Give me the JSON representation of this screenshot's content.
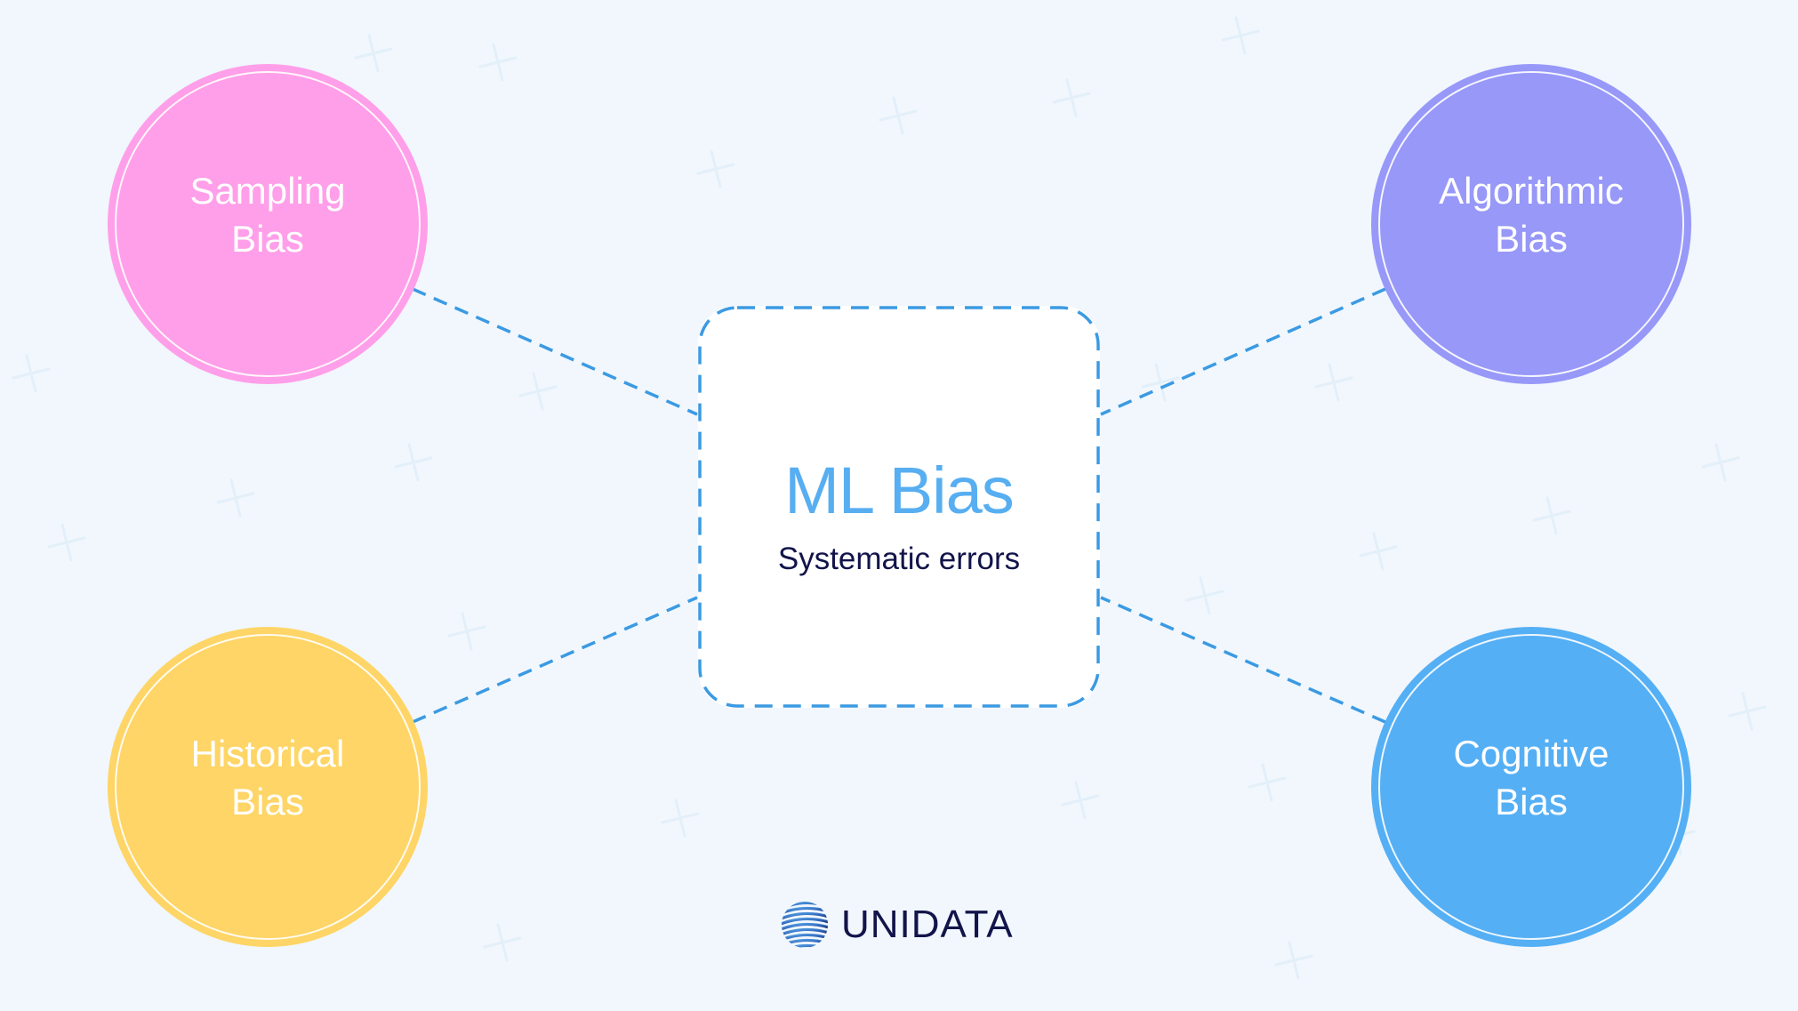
{
  "diagram": {
    "background_color": "#f1f7fd",
    "connector_color": "#3b9ae2",
    "center": {
      "title": "ML Bias",
      "subtitle": "Systematic errors",
      "title_color": "#57aef1",
      "subtitle_color": "#12144a"
    },
    "nodes": [
      {
        "id": "sampling",
        "line1": "Sampling",
        "line2": "Bias",
        "color": "#ff9fe9",
        "position": "top-left"
      },
      {
        "id": "algorithmic",
        "line1": "Algorithmic",
        "line2": "Bias",
        "color": "#9798f8",
        "position": "top-right"
      },
      {
        "id": "historical",
        "line1": "Historical",
        "line2": "Bias",
        "color": "#fed566",
        "position": "bottom-left"
      },
      {
        "id": "cognitive",
        "line1": "Cognitive",
        "line2": "Bias",
        "color": "#55aff4",
        "position": "bottom-right"
      }
    ],
    "edges": [
      {
        "from": "center",
        "to": "sampling"
      },
      {
        "from": "center",
        "to": "algorithmic"
      },
      {
        "from": "center",
        "to": "historical"
      },
      {
        "from": "center",
        "to": "cognitive"
      }
    ]
  },
  "branding": {
    "logo_icon": "striped-globe-icon",
    "wordmark": "UNIDATA",
    "wordmark_color": "#12144a"
  }
}
